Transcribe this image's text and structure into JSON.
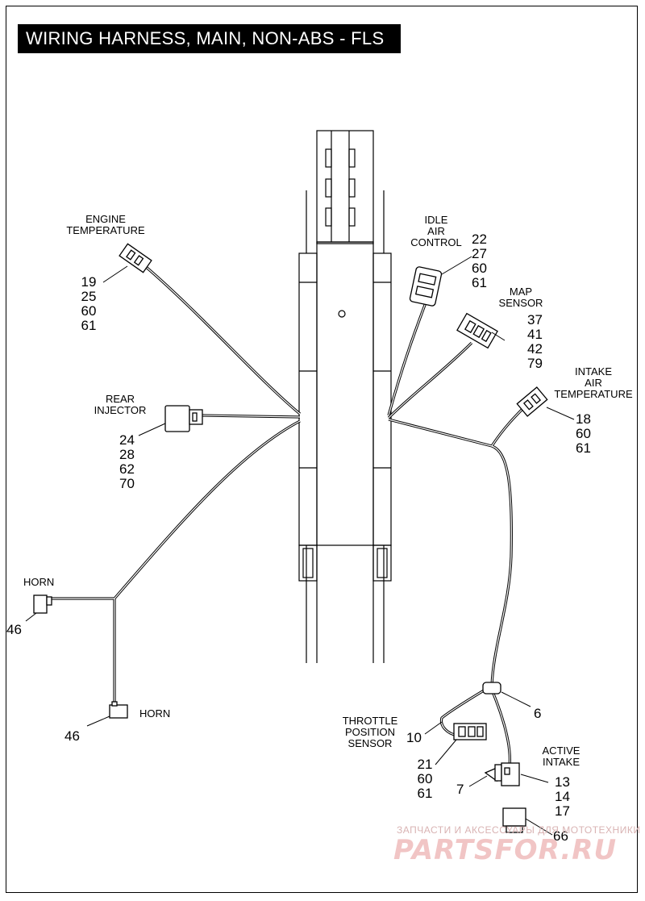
{
  "title": "WIRING HARNESS, MAIN, NON-ABS - FLS",
  "components": {
    "engine_temperature": {
      "label_lines": [
        "ENGINE",
        "TEMPERATURE"
      ],
      "parts": [
        "19",
        "25",
        "60",
        "61"
      ]
    },
    "idle_air_control": {
      "label_lines": [
        "IDLE",
        "AIR",
        "CONTROL"
      ],
      "parts": [
        "22",
        "27",
        "60",
        "61"
      ]
    },
    "map_sensor": {
      "label_lines": [
        "MAP",
        "SENSOR"
      ],
      "parts": [
        "37",
        "41",
        "42",
        "79"
      ]
    },
    "intake_air_temperature": {
      "label_lines": [
        "INTAKE",
        "AIR",
        "TEMPERATURE"
      ],
      "parts": [
        "18",
        "60",
        "61"
      ]
    },
    "rear_injector": {
      "label_lines": [
        "REAR",
        "INJECTOR"
      ],
      "parts": [
        "24",
        "28",
        "62",
        "70"
      ]
    },
    "horn_left": {
      "label": "HORN",
      "part": "46"
    },
    "horn_bottom": {
      "label": "HORN",
      "part": "46"
    },
    "clip": {
      "part": "6"
    },
    "throttle_position_sensor": {
      "label_lines": [
        "THROTTLE",
        "POSITION",
        "SENSOR"
      ],
      "part": "10",
      "parts": [
        "21",
        "60",
        "61"
      ]
    },
    "active_intake": {
      "label_lines": [
        "ACTIVE",
        "INTAKE"
      ],
      "parts": [
        "13",
        "14",
        "17"
      ]
    },
    "fastener": {
      "part": "7"
    },
    "connector_66": {
      "part": "66"
    }
  },
  "watermark": {
    "text": "ЗАПЧАСТИ И АКСЕССУАРЫ ДЛЯ МОТОТЕХНИКИ",
    "logo": "PARTSFOR.RU"
  }
}
